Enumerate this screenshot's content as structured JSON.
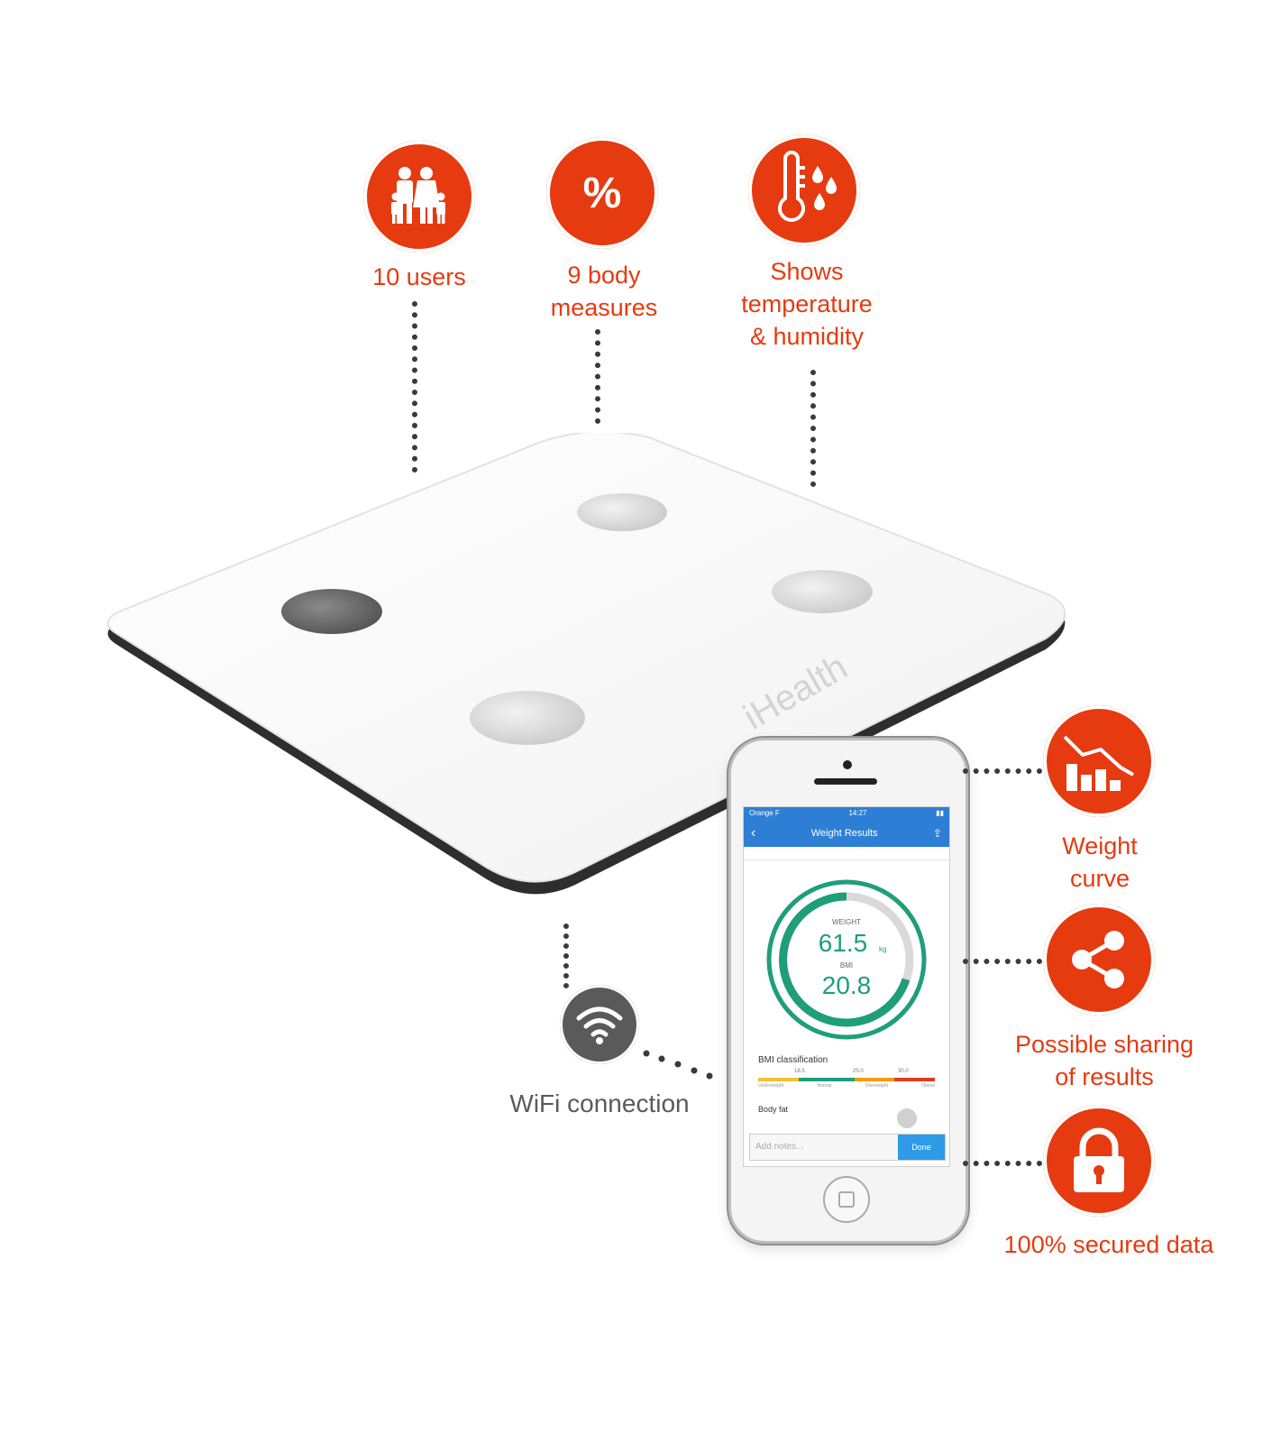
{
  "features": {
    "users": {
      "label": "10 users",
      "icon": "family-icon"
    },
    "body_measures": {
      "label_line1": "9 body",
      "label_line2": "measures",
      "icon": "percent-icon",
      "icon_text": "%"
    },
    "temperature": {
      "label_line1": "Shows",
      "label_line2": "temperature",
      "label_line3": "& humidity",
      "icon": "thermometer-droplets-icon"
    },
    "weight_curve": {
      "label_line1": "Weight",
      "label_line2": "curve",
      "icon": "chart-trend-icon"
    },
    "sharing": {
      "label_line1": "Possible sharing",
      "label_line2": "of results",
      "icon": "share-icon"
    },
    "security": {
      "label": "100% secured data",
      "icon": "lock-icon"
    },
    "wifi": {
      "label": "WiFi connection",
      "icon": "wifi-icon"
    }
  },
  "scale": {
    "brand": "iHealth"
  },
  "phone": {
    "header_title": "Weight Results",
    "status_left": "Orange F",
    "status_time": "14:27",
    "weight_label": "WEIGHT",
    "weight_value": "61.5",
    "weight_unit": "kg",
    "bmi_label": "BMI",
    "bmi_value": "20.8",
    "bmi_classification": "BMI classification",
    "bmi_ticks": [
      "18.5",
      "25.0",
      "30.0"
    ],
    "bmi_categories": [
      "Underweight",
      "Normal",
      "Overweight",
      "Obese"
    ],
    "body_fat": "Body fat",
    "notes_placeholder": "Add notes...",
    "done_button": "Done"
  },
  "colors": {
    "accent": "#e63a10",
    "gauge": "#1f9e7a",
    "phone_header": "#2d7fd6",
    "wifi_icon_bg": "#5a5a5a"
  }
}
